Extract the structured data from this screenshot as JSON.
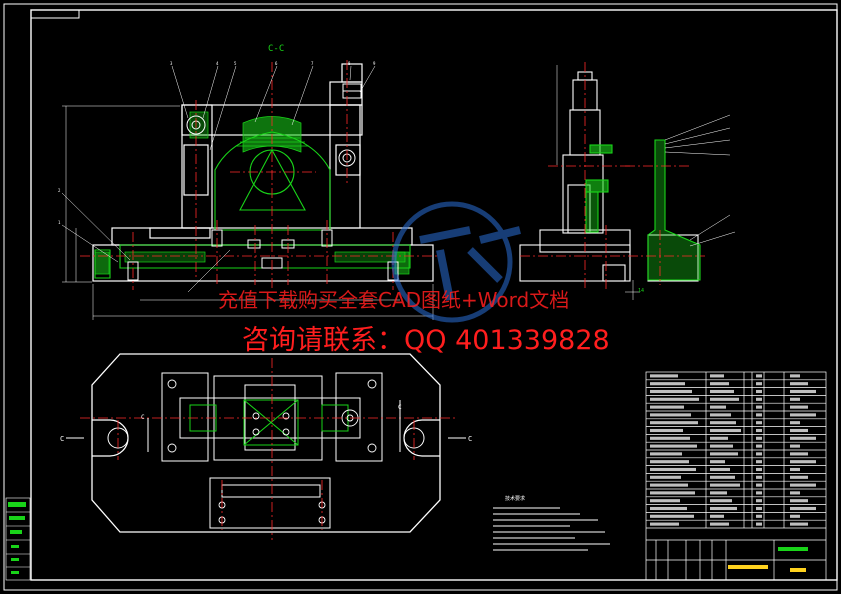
{
  "drawing": {
    "section_label": "C-C",
    "cut_marks": {
      "left": "C",
      "right": "C",
      "top_left": "C",
      "top_right": "C"
    },
    "notes_heading": "技术要求"
  },
  "watermark": {
    "line1": "充值下载购买全套CAD图纸+Word文档",
    "line2": "咨询请联系：QQ 401339828"
  },
  "colors": {
    "background": "#000000",
    "outline": "#ffffff",
    "hatch": "#19d419",
    "center": "#ff2a2a",
    "dim": "#ffffff",
    "watermark": "#ff1e1e",
    "table": "#ffffff",
    "logo": "#2b6fd8"
  }
}
